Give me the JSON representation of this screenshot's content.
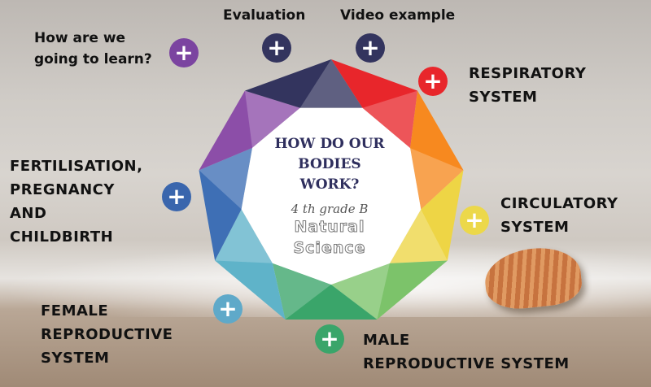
{
  "center": {
    "title_lines": [
      "HOW DO OUR",
      "BODIES",
      "WORK?"
    ],
    "grade": "4 th grade B",
    "subject_lines": [
      "Natural",
      "Science"
    ]
  },
  "hotspots": [
    {
      "label": "How are we going to learn?",
      "lines": [
        "How are we",
        "going to learn?"
      ],
      "color": "#7b44a0"
    },
    {
      "label": "Evaluation",
      "lines": [
        "Evaluation"
      ],
      "color": "#33345e"
    },
    {
      "label": "Video example",
      "lines": [
        "Video example"
      ],
      "color": "#33345e"
    },
    {
      "label": "RESPIRATORY SYSTEM",
      "lines": [
        "RESPIRATORY",
        "SYSTEM"
      ],
      "color": "#e8262b"
    },
    {
      "label": "CIRCULATORY SYSTEM",
      "lines": [
        "CIRCULATORY",
        "SYSTEM"
      ],
      "color": "#ecd84a"
    },
    {
      "label": "MALE REPRODUCTIVE SYSTEM",
      "lines": [
        "MALE",
        "REPRODUCTIVE SYSTEM"
      ],
      "color": "#3aa56a"
    },
    {
      "label": "FEMALE REPRODUCTIVE SYSTEM",
      "lines": [
        "FEMALE",
        "REPRODUCTIVE",
        "SYSTEM"
      ],
      "color": "#5fa9c9"
    },
    {
      "label": "FERTILISATION, PREGNANCY AND CHILDBIRTH",
      "lines": [
        "FERTILISATION,",
        "PREGNANCY",
        "AND",
        "CHILDBIRTH"
      ],
      "color": "#3a66ad"
    }
  ],
  "plus_symbol": "+",
  "segment_colors": [
    "#e8262b",
    "#f7891f",
    "#eed545",
    "#7cc36a",
    "#3aa56a",
    "#5fb3c9",
    "#3e6fb5",
    "#8c4ea8",
    "#33345e"
  ]
}
